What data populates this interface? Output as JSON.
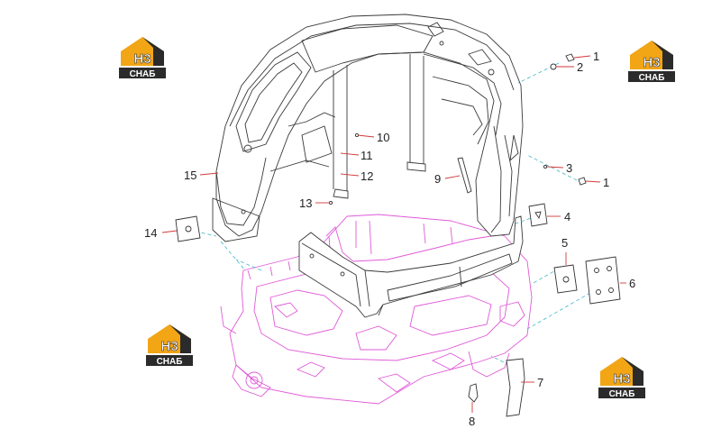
{
  "logo": {
    "text_top": "H3",
    "text_bottom": "СНАБ",
    "colors": {
      "orange": "#f2a515",
      "dark": "#2b2b2b",
      "white": "#ffffff"
    }
  },
  "callouts": [
    {
      "id": "1a",
      "label": "1"
    },
    {
      "id": "2",
      "label": "2"
    },
    {
      "id": "3",
      "label": "3"
    },
    {
      "id": "1b",
      "label": "1"
    },
    {
      "id": "4",
      "label": "4"
    },
    {
      "id": "5",
      "label": "5"
    },
    {
      "id": "6",
      "label": "6"
    },
    {
      "id": "7",
      "label": "7"
    },
    {
      "id": "8",
      "label": "8"
    },
    {
      "id": "9",
      "label": "9"
    },
    {
      "id": "10",
      "label": "10"
    },
    {
      "id": "11",
      "label": "11"
    },
    {
      "id": "12",
      "label": "12"
    },
    {
      "id": "13",
      "label": "13"
    },
    {
      "id": "14",
      "label": "14"
    },
    {
      "id": "15",
      "label": "15"
    }
  ],
  "colors": {
    "cab_line": "#3a3a3a",
    "frame_line": "#e05ad8",
    "leader_line": "#d23a3a",
    "assembly_dash": "#3fb7c8"
  }
}
